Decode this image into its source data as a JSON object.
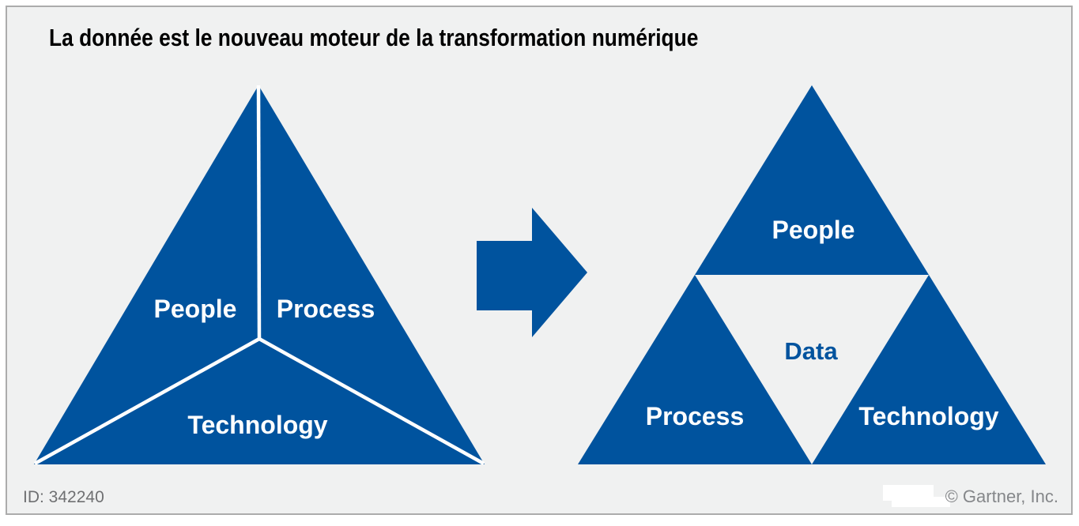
{
  "title": "La donnée est le nouveau moteur de la transformation numérique",
  "colors": {
    "primary_blue": "#00539e",
    "panel_background": "#f0f1f1",
    "panel_border": "#acacac",
    "label_white": "#ffffff",
    "footer_gray": "#6f7072"
  },
  "left_triangle": {
    "labels": {
      "people": "People",
      "process": "Process",
      "technology": "Technology"
    }
  },
  "arrow": {
    "meaning": "transformation-arrow-right"
  },
  "right_triangle": {
    "labels": {
      "people": "People",
      "process": "Process",
      "technology": "Technology",
      "data": "Data"
    }
  },
  "footer": {
    "id_label": "ID: 342240",
    "attribution": "© Gartner, Inc."
  }
}
